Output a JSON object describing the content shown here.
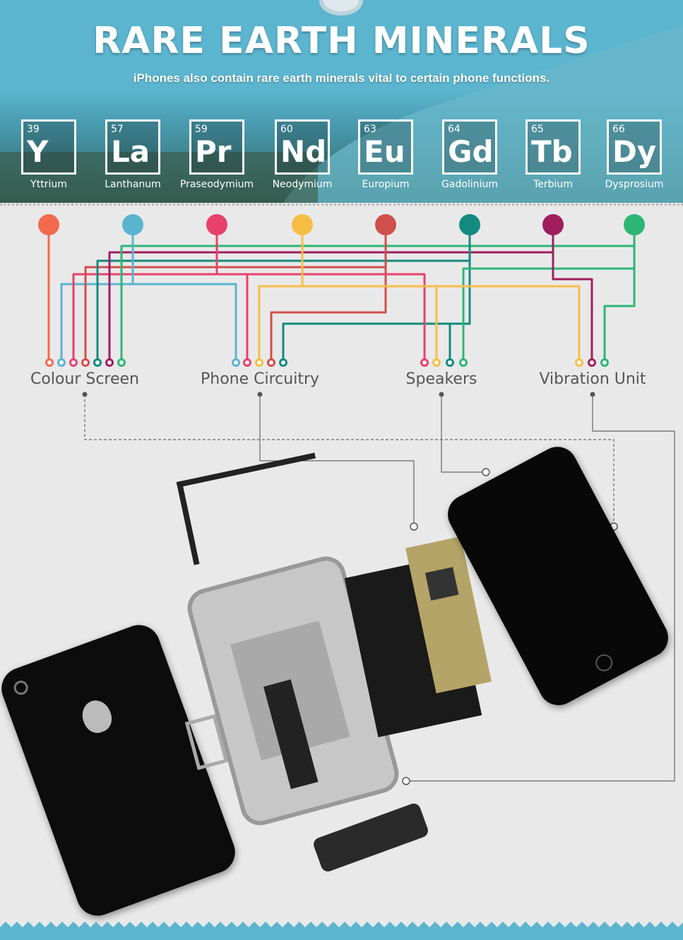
{
  "header": {
    "title": "RARE EARTH MINERALS",
    "subtitle": "iPhones also contain rare earth minerals vital to certain phone functions."
  },
  "elements": [
    {
      "number": "39",
      "symbol": "Y",
      "name": "Yttrium",
      "color": "#f26a50"
    },
    {
      "number": "57",
      "symbol": "La",
      "name": "Lanthanum",
      "color": "#5ab4d0"
    },
    {
      "number": "59",
      "symbol": "Pr",
      "name": "Praseodymium",
      "color": "#e8416a"
    },
    {
      "number": "60",
      "symbol": "Nd",
      "name": "Neodymium",
      "color": "#f7be45"
    },
    {
      "number": "63",
      "symbol": "Eu",
      "name": "Europium",
      "color": "#cf4f4a"
    },
    {
      "number": "64",
      "symbol": "Gd",
      "name": "Gadolinium",
      "color": "#138a80"
    },
    {
      "number": "65",
      "symbol": "Tb",
      "name": "Terbium",
      "color": "#a01e5f"
    },
    {
      "number": "66",
      "symbol": "Dy",
      "name": "Dysprosium",
      "color": "#2db673"
    }
  ],
  "components": [
    {
      "label": "Colour Screen",
      "elements": [
        "Y",
        "La",
        "Pr",
        "Eu",
        "Gd",
        "Tb",
        "Dy"
      ]
    },
    {
      "label": "Phone Circuitry",
      "elements": [
        "La",
        "Pr",
        "Nd",
        "Eu",
        "Gd"
      ]
    },
    {
      "label": "Speakers",
      "elements": [
        "Pr",
        "Nd",
        "Gd",
        "Dy"
      ]
    },
    {
      "label": "Vibration Unit",
      "elements": [
        "Nd",
        "Tb",
        "Dy"
      ]
    }
  ]
}
